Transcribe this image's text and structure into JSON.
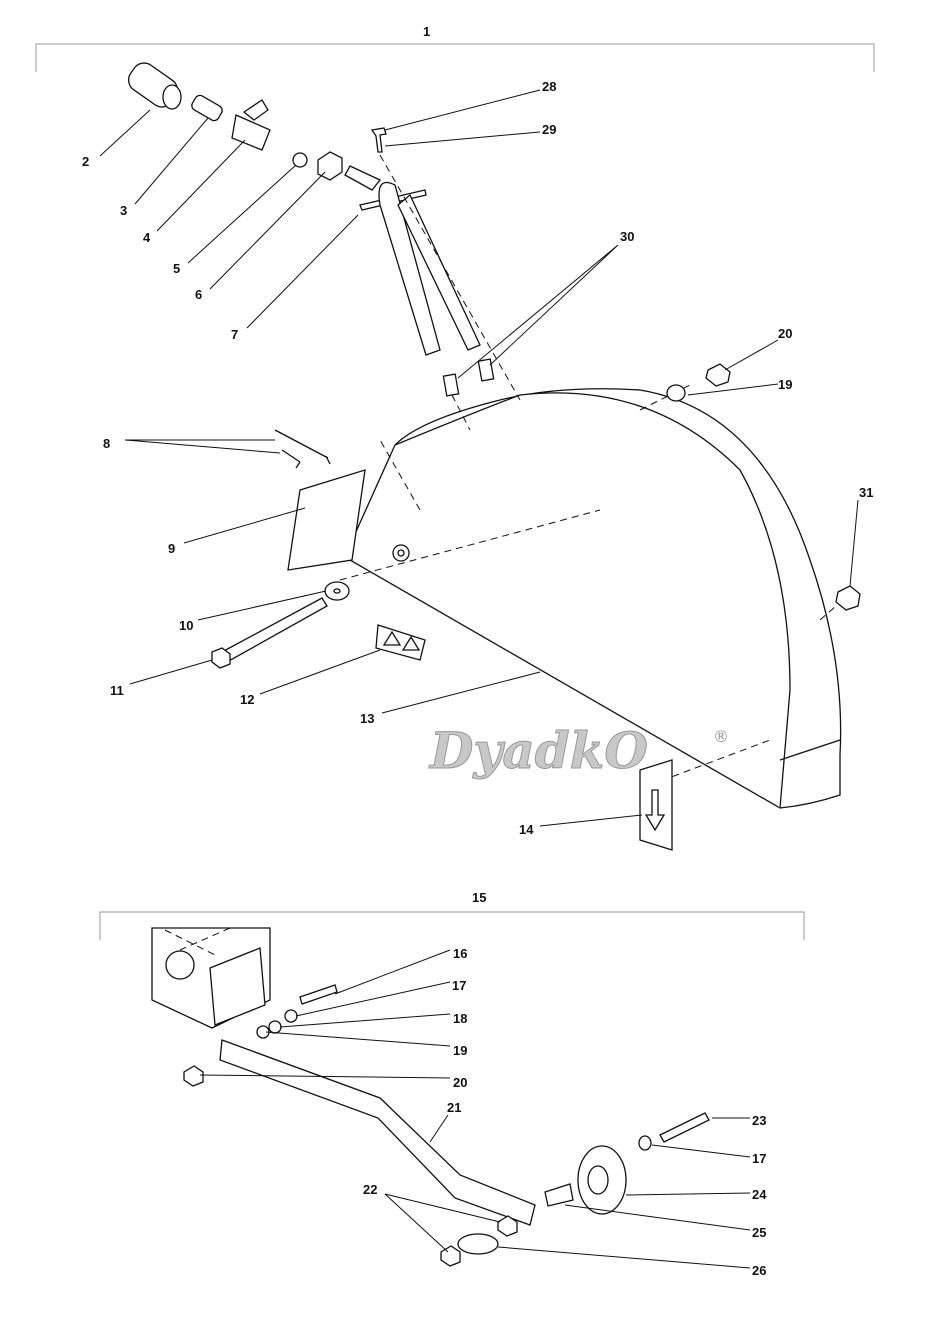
{
  "diagram": {
    "watermark": "DyadkO",
    "watermark_mark": "®",
    "upper_group_label": "1",
    "lower_group_label": "15",
    "labels": {
      "l2": "2",
      "l3": "3",
      "l4": "4",
      "l5": "5",
      "l6": "6",
      "l7": "7",
      "l8": "8",
      "l9": "9",
      "l10": "10",
      "l11": "11",
      "l12": "12",
      "l13": "13",
      "l14": "14",
      "l16": "16",
      "l17a": "17",
      "l18": "18",
      "l19a": "19",
      "l20a": "20",
      "l21": "21",
      "l22": "22",
      "l23": "23",
      "l17b": "17",
      "l24": "24",
      "l25": "25",
      "l26": "26",
      "l28": "28",
      "l29": "29",
      "l30": "30",
      "l20b": "20",
      "l19b": "19",
      "l31": "31"
    }
  }
}
